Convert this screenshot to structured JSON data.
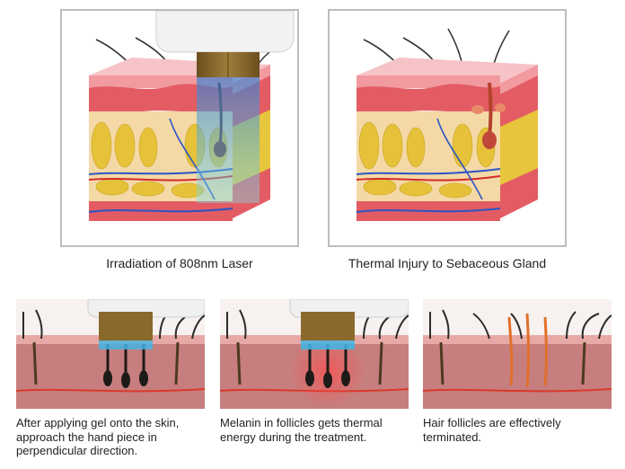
{
  "top_diagrams": [
    {
      "caption": "Irradiation of 808nm Laser",
      "shows_handpiece": true,
      "shows_laser_beam": true,
      "icon": "skin-cross-section-laser"
    },
    {
      "caption": "Thermal Injury to Sebaceous Gland",
      "shows_handpiece": false,
      "shows_laser_beam": false,
      "icon": "skin-cross-section-heated-gland"
    }
  ],
  "bottom_steps": [
    {
      "caption_lines": [
        "After applying gel onto the skin,",
        "approach the hand piece in",
        "perpendicular direction."
      ],
      "follicle_state": "normal",
      "glow": "blue-light",
      "icon": "handpiece-contact-skin"
    },
    {
      "caption_lines": [
        "Melanin in follicles gets thermal",
        "energy during the treatment."
      ],
      "follicle_state": "heated",
      "glow": "red-heat",
      "icon": "handpiece-heating-follicles"
    },
    {
      "caption_lines": [
        "Hair follicles are effectively",
        "terminated."
      ],
      "follicle_state": "terminated",
      "glow": "none",
      "icon": "terminated-follicles"
    }
  ],
  "colors": {
    "epidermis": "#e8606a",
    "dermis": "#f2a8a8",
    "fat": "#e7c53c",
    "handpiece_tip": "#8a6a2c",
    "laser_blue": "#3fb6e8",
    "follicle_heat": "#e0702a",
    "frame_border": "#bdbdbd"
  }
}
